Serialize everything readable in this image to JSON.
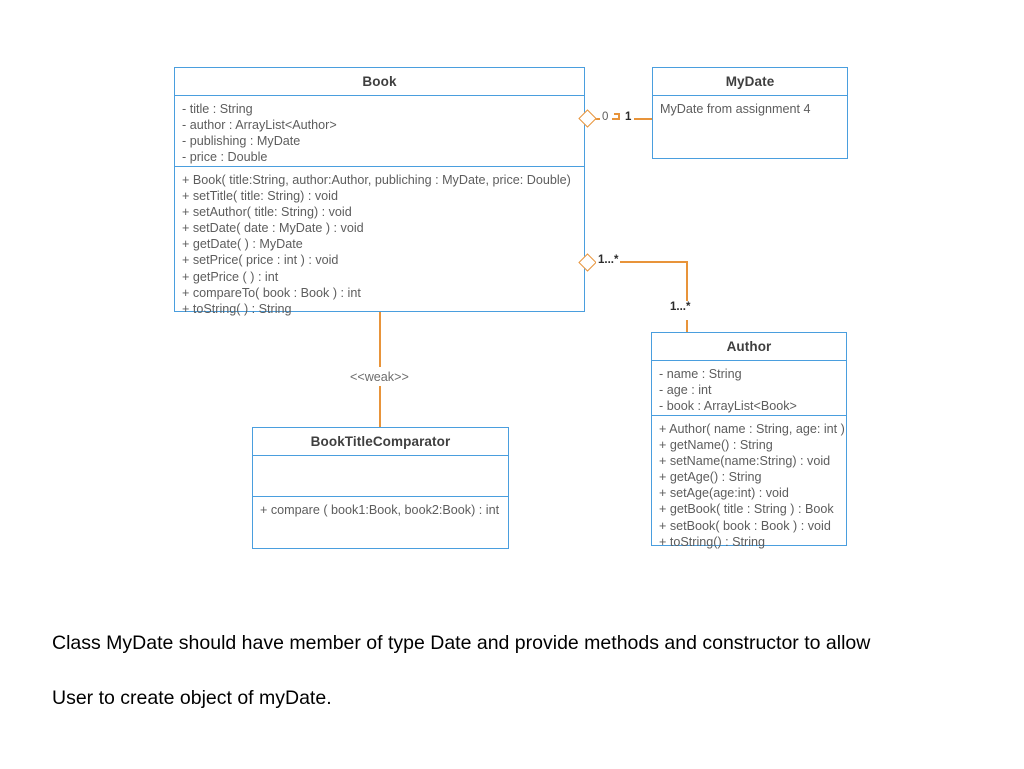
{
  "diagram": {
    "type": "uml-class-diagram",
    "classes": [
      {
        "id": "book",
        "name": "Book",
        "attributes": [
          "- title : String",
          "- author : ArrayList<Author>",
          "- publishing : MyDate",
          "- price : Double"
        ],
        "methods": [
          "+ Book( title:String, author:Author, publiching : MyDate, price: Double)",
          "+ setTitle( title: String) : void",
          "+ setAuthor( title: String) : void",
          "+ setDate( date : MyDate ) : void",
          "+ getDate( ) : MyDate",
          "+ setPrice( price : int ) : void",
          "+ getPrice ( ) : int",
          "+ compareTo( book : Book ) : int",
          "+ toString( ) : String"
        ]
      },
      {
        "id": "mydate",
        "name": "MyDate",
        "note": "MyDate from assignment 4",
        "attributes": [],
        "methods": []
      },
      {
        "id": "author",
        "name": "Author",
        "attributes": [
          "- name : String",
          "- age : int",
          "- book : ArrayList<Book>"
        ],
        "methods": [
          "+ Author( name : String, age: int )",
          "+ getName() : String",
          "+ setName(name:String) : void",
          "+ getAge() : String",
          "+ setAge(age:int) : void",
          "+ getBook( title : String ) : Book",
          "+ setBook( book : Book ) : void",
          "+ toString() : String"
        ]
      },
      {
        "id": "comparator",
        "name": "BookTitleComparator",
        "attributes": [],
        "methods": [
          "+ compare ( book1:Book, book2:Book) : int"
        ]
      }
    ],
    "connectors": [
      {
        "id": "book-mydate",
        "from": "book",
        "to": "mydate",
        "kind": "aggregation",
        "source_multiplicity": "0",
        "target_multiplicity": "1"
      },
      {
        "id": "book-author",
        "from": "book",
        "to": "author",
        "kind": "aggregation",
        "source_multiplicity": "1...*",
        "target_multiplicity": "1...*"
      },
      {
        "id": "book-comparator",
        "from": "book",
        "to": "comparator",
        "kind": "association",
        "stereotype": "<<weak>>"
      }
    ],
    "colors": {
      "class_border": "#4a9ede",
      "connector": "#e8943a",
      "title_text": "#3f3f3f",
      "body_text": "#5d5d5d",
      "caption_text": "#000000",
      "background": "#ffffff"
    }
  },
  "caption": {
    "line1": "Class MyDate should have member of type Date and provide methods and constructor to allow",
    "line2": "User to create object of myDate."
  }
}
